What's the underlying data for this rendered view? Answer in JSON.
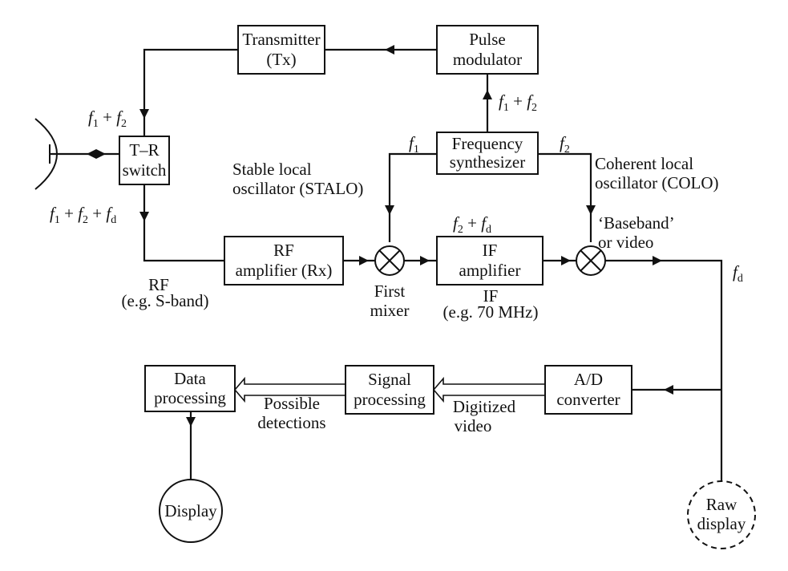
{
  "blocks": {
    "transmitter": [
      "Transmitter",
      "(Tx)"
    ],
    "pulse_modulator": [
      "Pulse",
      "modulator"
    ],
    "tr_switch": [
      "T–R",
      "switch"
    ],
    "frequency_synthesizer": [
      "Frequency",
      "synthesizer"
    ],
    "rf_amplifier": [
      "RF",
      "amplifier (Rx)"
    ],
    "if_amplifier": [
      "IF",
      "amplifier"
    ],
    "ad_converter": [
      "A/D",
      "converter"
    ],
    "signal_processing": [
      "Signal",
      "processing"
    ],
    "data_processing": [
      "Data",
      "processing"
    ],
    "display": "Display",
    "raw_display": [
      "Raw",
      "display"
    ]
  },
  "labels": {
    "stalo": [
      "Stable local",
      "oscillator (STALO)"
    ],
    "colo": [
      "Coherent local",
      "oscillator (COLO)"
    ],
    "baseband": [
      "‘Baseband’",
      "or video"
    ],
    "rf": [
      "RF",
      "(e.g. S-band)"
    ],
    "first_mixer": [
      "First",
      "mixer"
    ],
    "if_note": [
      "IF",
      "(e.g. 70 MHz)"
    ],
    "possible_detections": [
      "Possible",
      "detections"
    ],
    "digitized_video": [
      "Digitized",
      "video"
    ]
  },
  "signals": {
    "tr_in": {
      "a": "f",
      "a_sub": "1",
      "op": " + ",
      "b": "f",
      "b_sub": "2"
    },
    "tr_out": {
      "a": "f",
      "a_sub": "1",
      "op": " + ",
      "b": "f",
      "b_sub": "2",
      "op2": " + ",
      "c": "f",
      "c_sub": "d"
    },
    "synth_to_pulse": {
      "a": "f",
      "a_sub": "1",
      "op": " + ",
      "b": "f",
      "b_sub": "2"
    },
    "stalo_freq": {
      "a": "f",
      "a_sub": "1"
    },
    "colo_freq": {
      "a": "f",
      "a_sub": "2"
    },
    "if_freq": {
      "a": "f",
      "a_sub": "2",
      "op": " + ",
      "b": "f",
      "b_sub": "d"
    },
    "output_freq": {
      "a": "f",
      "a_sub": "d"
    }
  }
}
